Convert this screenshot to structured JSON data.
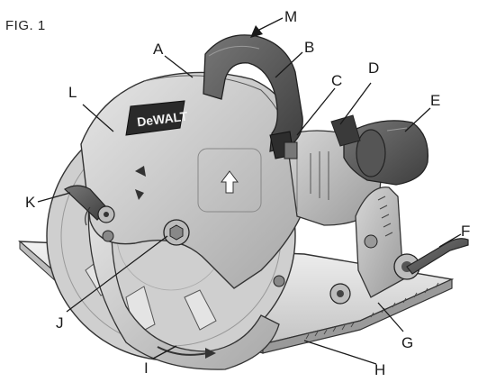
{
  "figure": {
    "title": "FIG. 1",
    "brand": "DeWALT",
    "callouts": [
      {
        "id": "A",
        "label": "A"
      },
      {
        "id": "B",
        "label": "B"
      },
      {
        "id": "C",
        "label": "C"
      },
      {
        "id": "D",
        "label": "D"
      },
      {
        "id": "E",
        "label": "E"
      },
      {
        "id": "F",
        "label": "F"
      },
      {
        "id": "G",
        "label": "G"
      },
      {
        "id": "H",
        "label": "H"
      },
      {
        "id": "I",
        "label": "I"
      },
      {
        "id": "J",
        "label": "J"
      },
      {
        "id": "K",
        "label": "K"
      },
      {
        "id": "L",
        "label": "L"
      },
      {
        "id": "M",
        "label": "M"
      }
    ]
  }
}
